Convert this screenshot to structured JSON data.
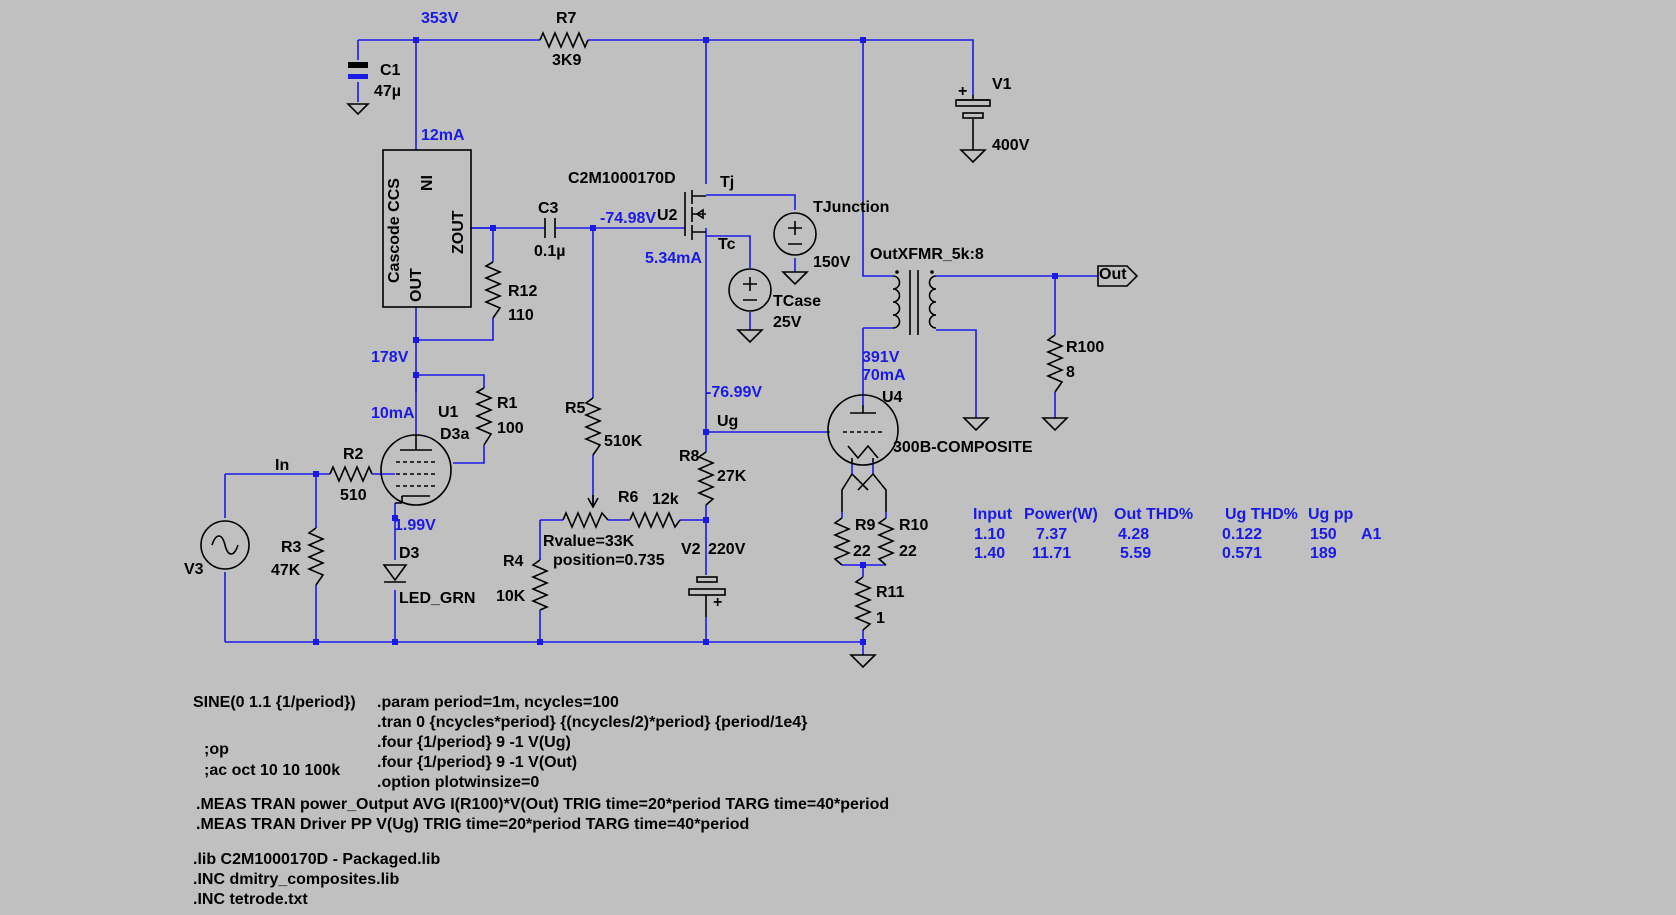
{
  "node_labels": {
    "n353": "353V",
    "n12mA": "12mA",
    "n178": "178V",
    "n10mA": "10mA",
    "n199": "1.99V",
    "n7498": "-74.98V",
    "n534": "5.34mA",
    "n7699": "-76.99V",
    "n391": "391V",
    "n70mA": "70mA"
  },
  "parts": {
    "r7": {
      "name": "R7",
      "value": "3K9"
    },
    "c1": {
      "name": "C1",
      "value": "47µ"
    },
    "v1": {
      "name": "V1",
      "value": "400V"
    },
    "ccs": {
      "title": "Cascode CCS",
      "in": "IN",
      "out": "OUT",
      "zout": "ZOUT"
    },
    "c3": {
      "name": "C3",
      "value": "0.1µ"
    },
    "u2": {
      "model": "C2M1000170D",
      "name": "U2",
      "tj": "Tj",
      "tc": "Tc"
    },
    "tjunction": {
      "name": "TJunction",
      "value": "150V"
    },
    "tcase": {
      "name": "TCase",
      "value": "25V"
    },
    "xfmr": {
      "name": "OutXFMR_5k:8"
    },
    "out": {
      "label": "Out"
    },
    "r100": {
      "name": "R100",
      "value": "8"
    },
    "r12": {
      "name": "R12",
      "value": "110"
    },
    "r1": {
      "name": "R1",
      "value": "100"
    },
    "u1": {
      "name": "U1",
      "model": "D3a"
    },
    "r2": {
      "name": "R2",
      "value": "510"
    },
    "in": {
      "label": "In"
    },
    "r3": {
      "name": "R3",
      "value": "47K"
    },
    "v3": {
      "name": "V3"
    },
    "d3": {
      "name": "D3",
      "model": "LED_GRN"
    },
    "r5": {
      "name": "R5",
      "value": "510K"
    },
    "r6": {
      "name": "R6",
      "value": "12k"
    },
    "pot": {
      "rvalue": "Rvalue=33K",
      "position": "position=0.735"
    },
    "r4": {
      "name": "R4",
      "value": "10K"
    },
    "r8": {
      "name": "R8",
      "value": "27K"
    },
    "ug": {
      "label": "Ug"
    },
    "v2": {
      "name": "V2",
      "value": "220V"
    },
    "u4": {
      "name": "U4",
      "model": "300B-COMPOSITE"
    },
    "r9": {
      "name": "R9",
      "value": "22"
    },
    "r10": {
      "name": "R10",
      "value": "22"
    },
    "r11": {
      "name": "R11",
      "value": "1"
    }
  },
  "results_table": {
    "headers": [
      "Input",
      "Power(W)",
      "Out THD%",
      "Ug THD%",
      "Ug pp"
    ],
    "rows": [
      [
        "1.10",
        "7.37",
        "4.28",
        "0.122",
        "150",
        "A1"
      ],
      [
        "1.40",
        "11.71",
        "5.59",
        "0.571",
        "189",
        ""
      ]
    ]
  },
  "source_spec": "SINE(0 1.1 {1/period})",
  "comments": [
    ";op",
    ";ac oct 10 10 100k"
  ],
  "directives": [
    ".param period=1m, ncycles=100",
    ".tran 0 {ncycles*period} {(ncycles/2)*period} {period/1e4}",
    ".four {1/period} 9 -1 V(Ug)",
    ".four {1/period} 9 -1 V(Out)",
    ".option plotwinsize=0"
  ],
  "meas": [
    ".MEAS TRAN power_Output AVG I(R100)*V(Out) TRIG time=20*period TARG time=40*period",
    ".MEAS TRAN Driver PP V(Ug) TRIG time=20*period TARG time=40*period"
  ],
  "libs": [
    ".lib C2M1000170D - Packaged.lib",
    ".INC dmitry_composites.lib",
    ".INC tetrode.txt"
  ],
  "colors": {
    "background": "#c0c0c0",
    "wire": "#1a1ae6",
    "component": "#000000"
  }
}
